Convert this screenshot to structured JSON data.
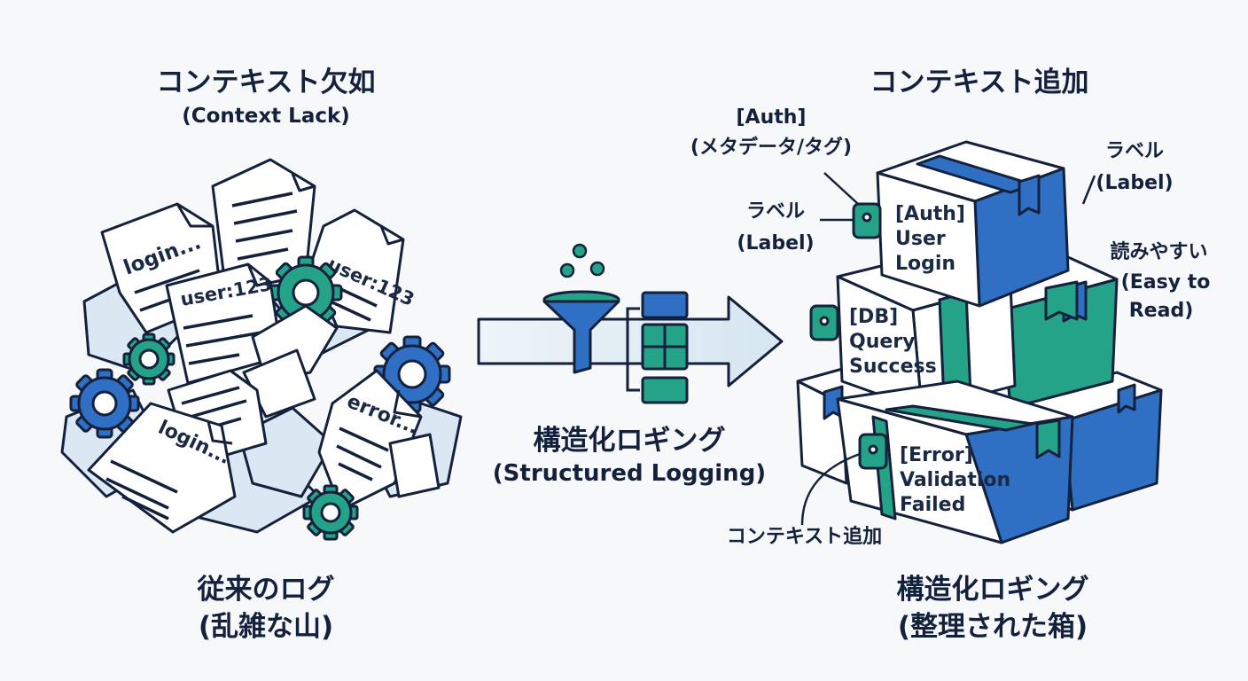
{
  "left": {
    "title": "コンテキスト欠如",
    "subtitle": "(Context Lack)",
    "caption_line1": "従来のログ",
    "caption_line2": "(乱雑な山)",
    "doc_texts": [
      "login...",
      "user:123",
      "user:123",
      "login...",
      "error..."
    ]
  },
  "middle": {
    "title": "構造化ロギング",
    "subtitle": "(Structured Logging)"
  },
  "right": {
    "title": "コンテキスト追加",
    "tag_note_line1": "[Auth]",
    "tag_note_line2": "(メタデータ/タグ)",
    "label_left_line1": "ラベル",
    "label_left_line2": "(Label)",
    "label_right_line1": "ラベル",
    "label_right_line2": "(Label)",
    "readable_line1": "読みやすい",
    "readable_line2": "(Easy to",
    "readable_line3": "Read)",
    "context_note": "コンテキスト追加",
    "caption_line1": "構造化ロギング",
    "caption_line2": "(整理された箱)",
    "boxes": [
      {
        "line1": "[Auth]",
        "line2": "User",
        "line3": "Login"
      },
      {
        "line1": "[DB]",
        "line2": "Query",
        "line3": "Success"
      },
      {
        "line1": "[Error]",
        "line2": "Validation",
        "line3": "Failed"
      }
    ]
  },
  "colors": {
    "navy": "#14213d",
    "blue": "#2f6fc4",
    "teal": "#24a388",
    "paper": "#ffffff",
    "pale": "#dbe8f3"
  }
}
